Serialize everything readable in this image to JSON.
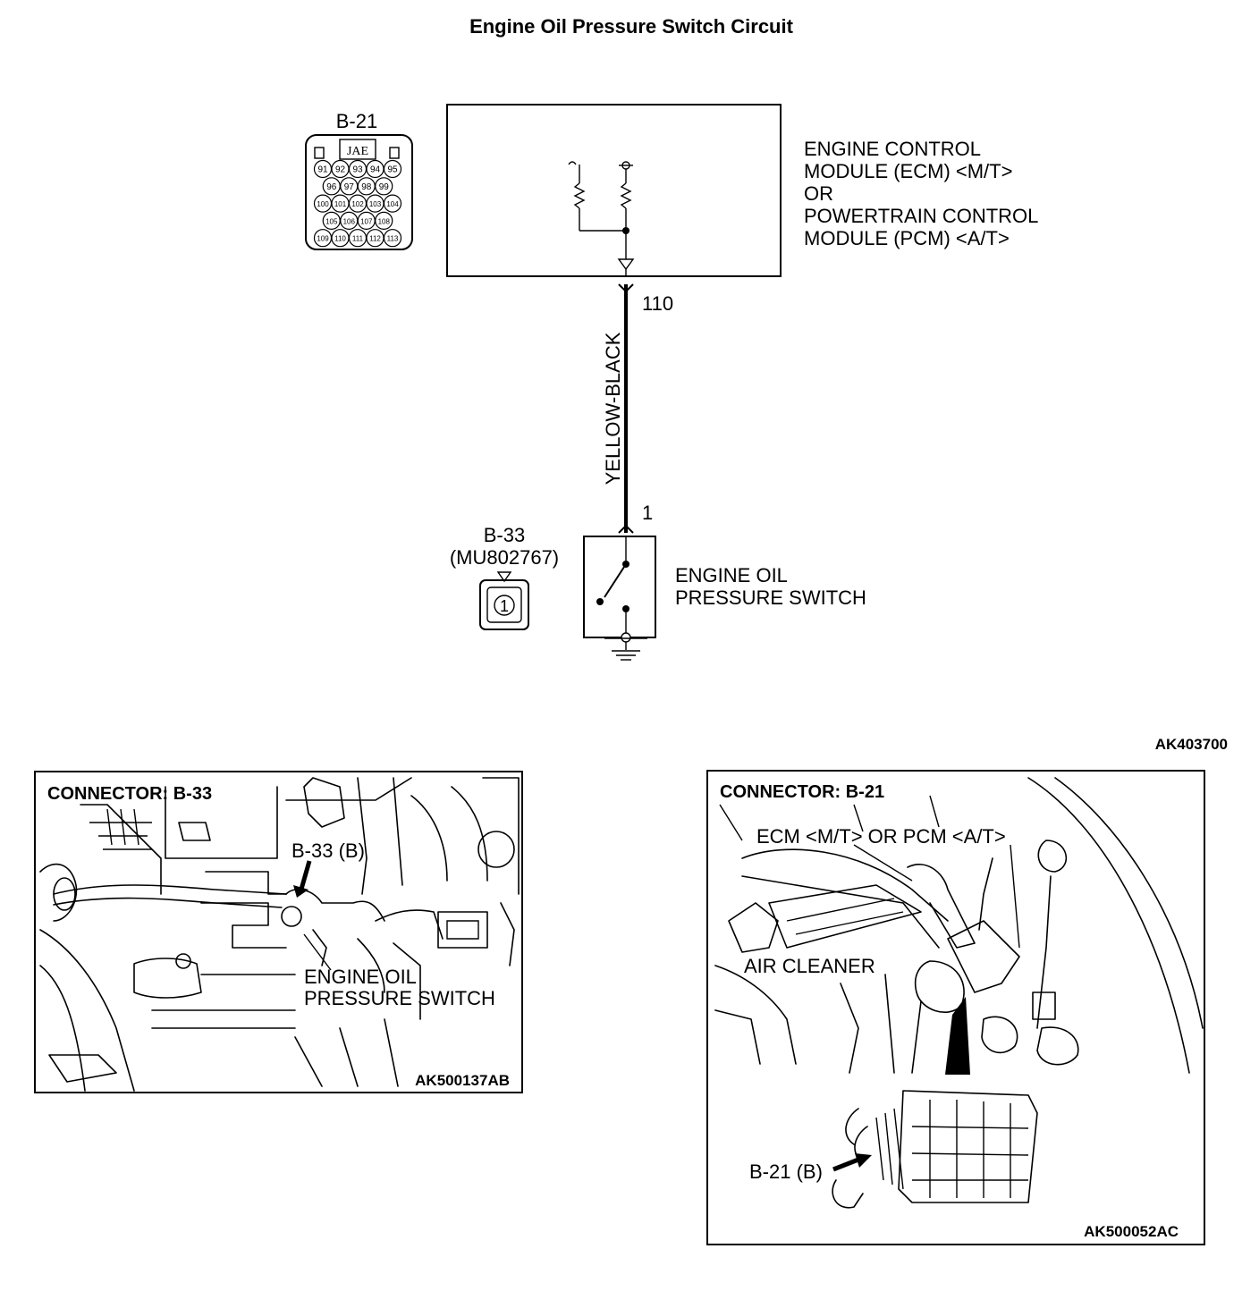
{
  "title": "Engine Oil Pressure Switch Circuit",
  "ecm": {
    "connector": "B-21",
    "brand": "JAE",
    "pin_rows": [
      [
        "91",
        "92",
        "93",
        "94",
        "95"
      ],
      [
        "96",
        "97",
        "98",
        "99"
      ],
      [
        "100",
        "101",
        "102",
        "103",
        "104"
      ],
      [
        "105",
        "106",
        "107",
        "108"
      ],
      [
        "109",
        "110",
        "111",
        "112",
        "113"
      ]
    ],
    "label_lines": [
      "ENGINE CONTROL",
      "MODULE (ECM) <M/T>",
      "OR",
      "POWERTRAIN CONTROL",
      "MODULE (PCM) <A/T>"
    ],
    "terminal": "110"
  },
  "wire": {
    "color": "YELLOW-BLACK"
  },
  "switch": {
    "connector": "B-33",
    "part_number": "(MU802767)",
    "terminal": "1",
    "pin": "1",
    "label_lines": [
      "ENGINE OIL",
      "PRESSURE SWITCH"
    ]
  },
  "diagram_code": "AK403700",
  "photo_left": {
    "header": "CONNECTOR: B-33",
    "callout": "B-33 (B)",
    "label_lines": [
      "ENGINE OIL",
      "PRESSURE SWITCH"
    ],
    "code": "AK500137AB"
  },
  "photo_right": {
    "header": "CONNECTOR: B-21",
    "ecm_label": "ECM <M/T> OR PCM <A/T>",
    "air_cleaner": "AIR CLEANER",
    "callout": "B-21 (B)",
    "code": "AK500052AC"
  }
}
